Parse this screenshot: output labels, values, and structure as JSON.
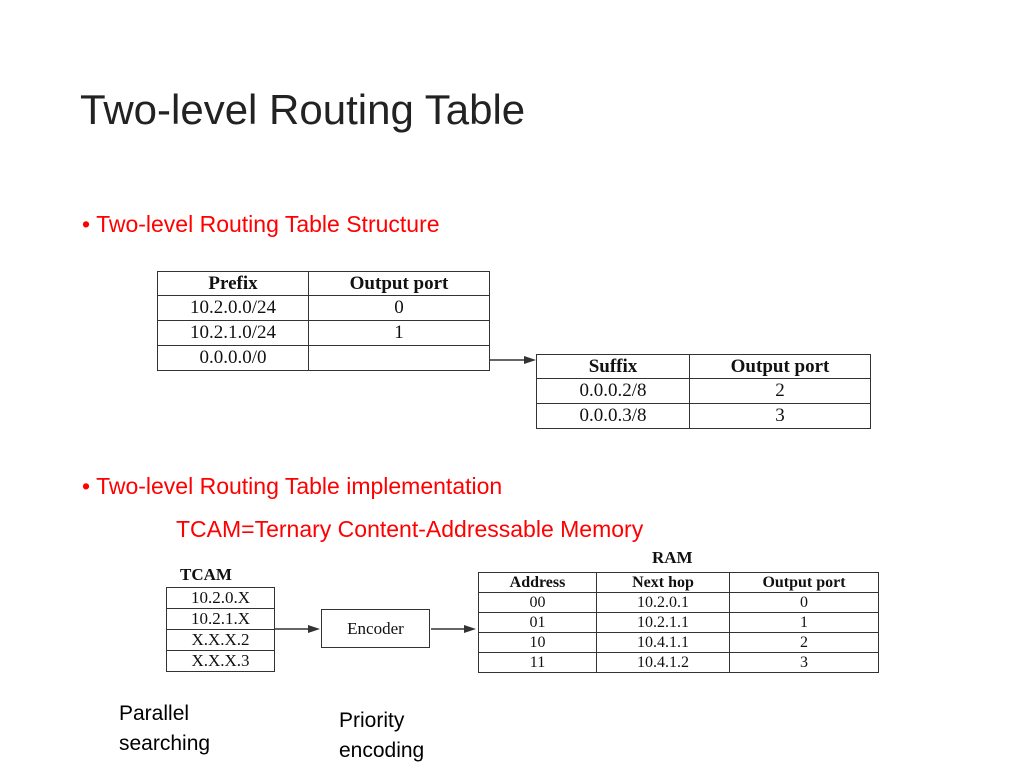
{
  "slide": {
    "title": "Two-level Routing Table",
    "bullets": [
      {
        "symbol": "•",
        "text": "Two-level Routing Table Structure"
      },
      {
        "symbol": "•",
        "text": "Two-level Routing Table implementation"
      }
    ],
    "subtext": "TCAM=Ternary Content-Addressable Memory"
  },
  "prefix_table": {
    "headers": [
      "Prefix",
      "Output port"
    ],
    "rows": [
      [
        "10.2.0.0/24",
        "0"
      ],
      [
        "10.2.1.0/24",
        "1"
      ],
      [
        "0.0.0.0/0",
        ""
      ]
    ]
  },
  "suffix_table": {
    "headers": [
      "Suffix",
      "Output port"
    ],
    "rows": [
      [
        "0.0.0.2/8",
        "2"
      ],
      [
        "0.0.0.3/8",
        "3"
      ]
    ]
  },
  "tcam": {
    "label": "TCAM",
    "entries": [
      "10.2.0.X",
      "10.2.1.X",
      "X.X.X.2",
      "X.X.X.3"
    ]
  },
  "encoder": {
    "label": "Encoder"
  },
  "ram": {
    "label": "RAM",
    "headers": [
      "Address",
      "Next hop",
      "Output port"
    ],
    "rows": [
      [
        "00",
        "10.2.0.1",
        "0"
      ],
      [
        "01",
        "10.2.1.1",
        "1"
      ],
      [
        "10",
        "10.4.1.1",
        "2"
      ],
      [
        "11",
        "10.4.1.2",
        "3"
      ]
    ]
  },
  "captions": {
    "parallel": [
      "Parallel",
      "searching"
    ],
    "priority": [
      "Priority",
      "encoding"
    ]
  },
  "colors": {
    "accent": "#ff0000",
    "title": "#222222",
    "line": "#333333"
  }
}
